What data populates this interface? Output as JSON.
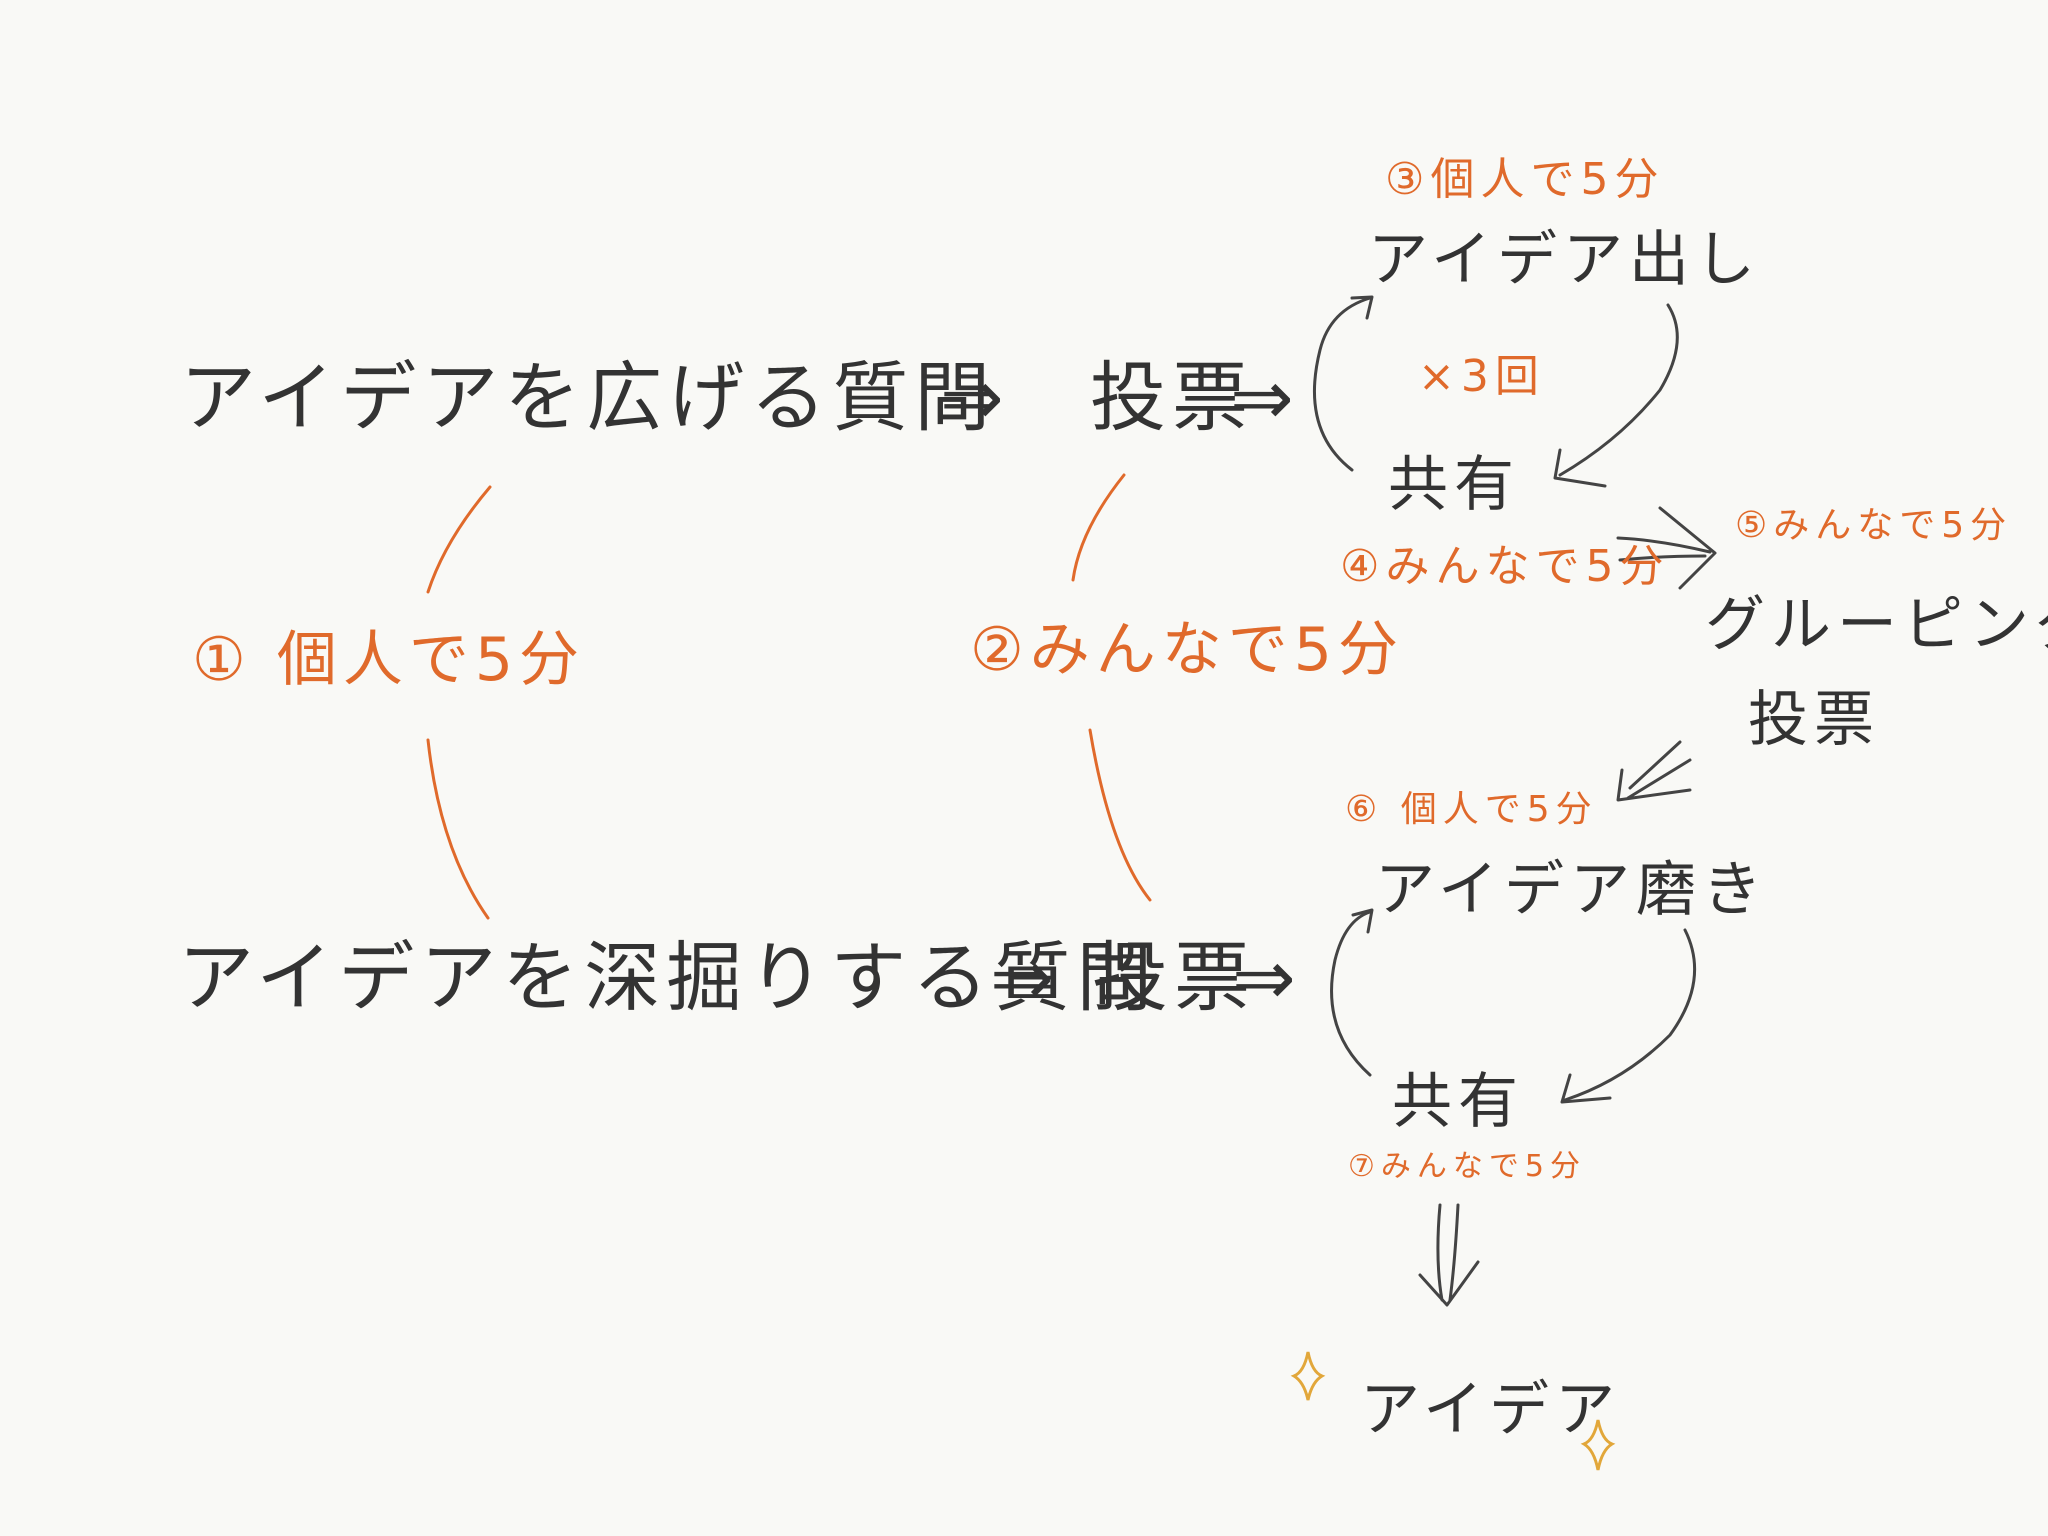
{
  "colors": {
    "background": "#f9f9f6",
    "ink": "#333333",
    "accent": "#e06a2b",
    "sparkle": "#e2a73a"
  },
  "top_row": {
    "question": "アイデアを広げる質問",
    "arrow": "⇒",
    "vote": "投票",
    "vote_arrow": "⇒"
  },
  "bottom_row": {
    "question": "アイデアを深掘りする質問",
    "arrow": "⇒",
    "vote": "投票",
    "vote_arrow": "⇒"
  },
  "steps": {
    "s1": "① 個人で5分",
    "s2": "②みんなで5分",
    "s3": "③個人で5分",
    "s4": "④みんなで5分",
    "s5": "⑤みんなで5分",
    "s6": "⑥ 個人で5分",
    "s7": "⑦みんなで5分"
  },
  "cycle1": {
    "top": "アイデア出し",
    "repeat": "×3回",
    "bottom": "共有"
  },
  "grouping": {
    "line1": "グルーピング",
    "line2": "投票"
  },
  "cycle2": {
    "top": "アイデア磨き",
    "bottom": "共有"
  },
  "result": "アイデア",
  "icons": [
    "sparkle-icon",
    "sparkle-icon"
  ]
}
